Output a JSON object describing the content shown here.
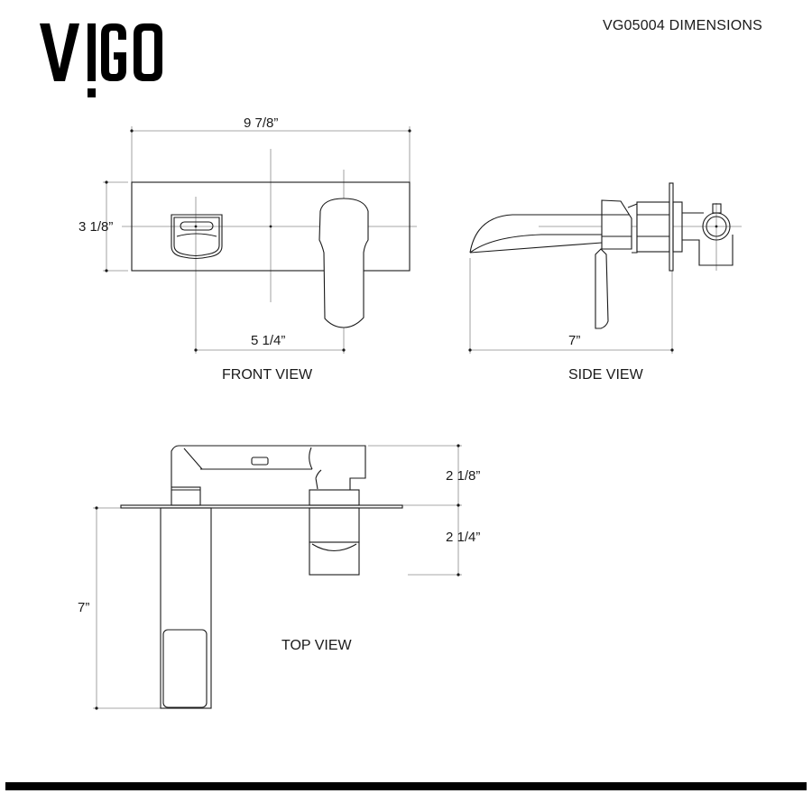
{
  "brand": {
    "logo_text": "VIGO"
  },
  "header": {
    "title": "VG05004 DIMENSIONS"
  },
  "views": {
    "front": {
      "label": "FRONT VIEW",
      "dimensions": {
        "width": "9 7/8”",
        "height": "3 1/8”",
        "center_spacing": "5 1/4”"
      }
    },
    "side": {
      "label": "SIDE VIEW",
      "dimensions": {
        "spout_projection": "7”"
      }
    },
    "top": {
      "label": "TOP VIEW",
      "dimensions": {
        "rough_in_depth": "2 1/8”",
        "handle_depth": "2 1/4”",
        "spout_length": "7”"
      }
    }
  },
  "colors": {
    "line": "#1a1a1a",
    "dim_line": "#8a8a8a",
    "footer_bar": "#000000"
  }
}
